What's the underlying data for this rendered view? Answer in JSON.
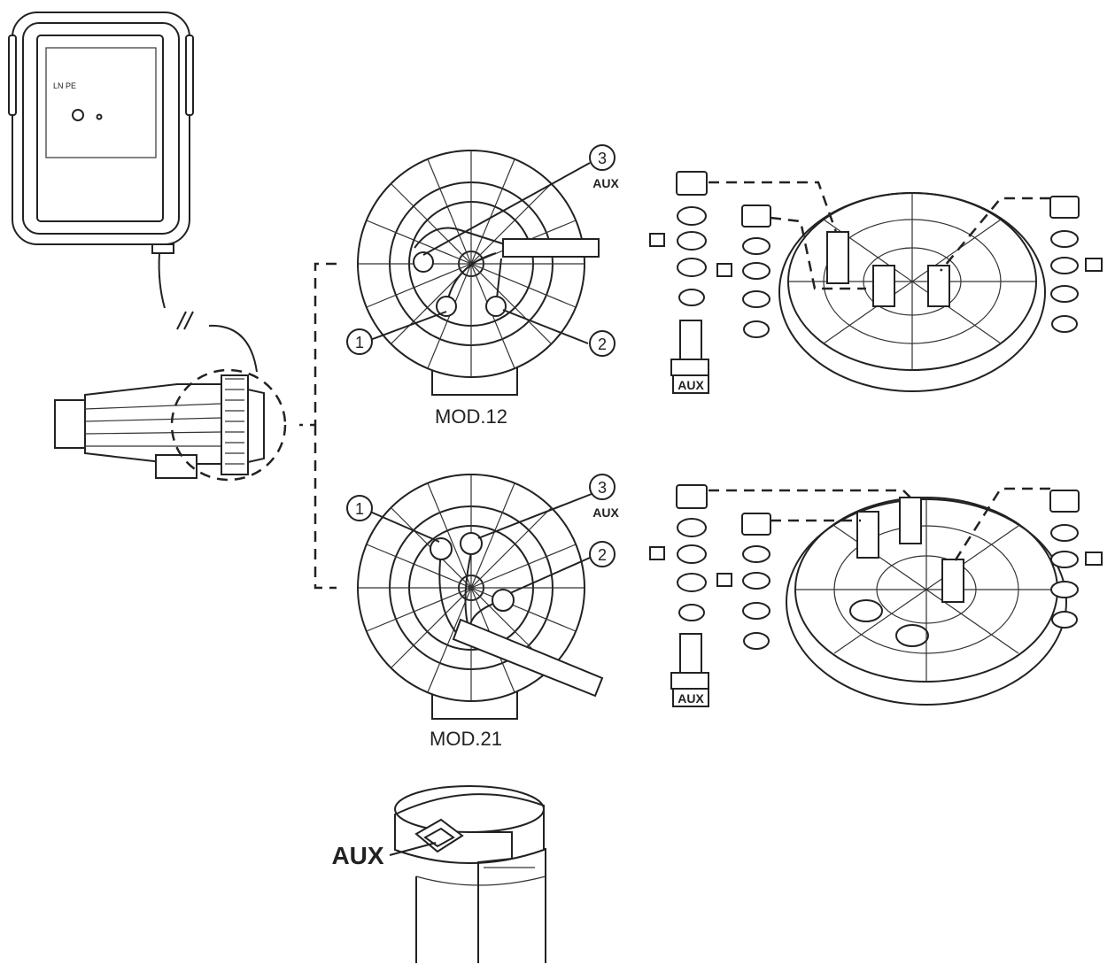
{
  "diagram": {
    "control_box": {
      "panel_text": "LN PE",
      "button_caption": ""
    },
    "mod12": {
      "title": "MOD.12",
      "callouts": [
        "1",
        "2",
        "3"
      ],
      "aux_label": "AUX",
      "stack_aux_label": "AUX"
    },
    "mod21": {
      "title": "MOD.21",
      "callouts": [
        "1",
        "2",
        "3"
      ],
      "aux_label": "AUX",
      "stack_aux_label": "AUX"
    },
    "aux_detail": {
      "label": "AUX"
    }
  }
}
